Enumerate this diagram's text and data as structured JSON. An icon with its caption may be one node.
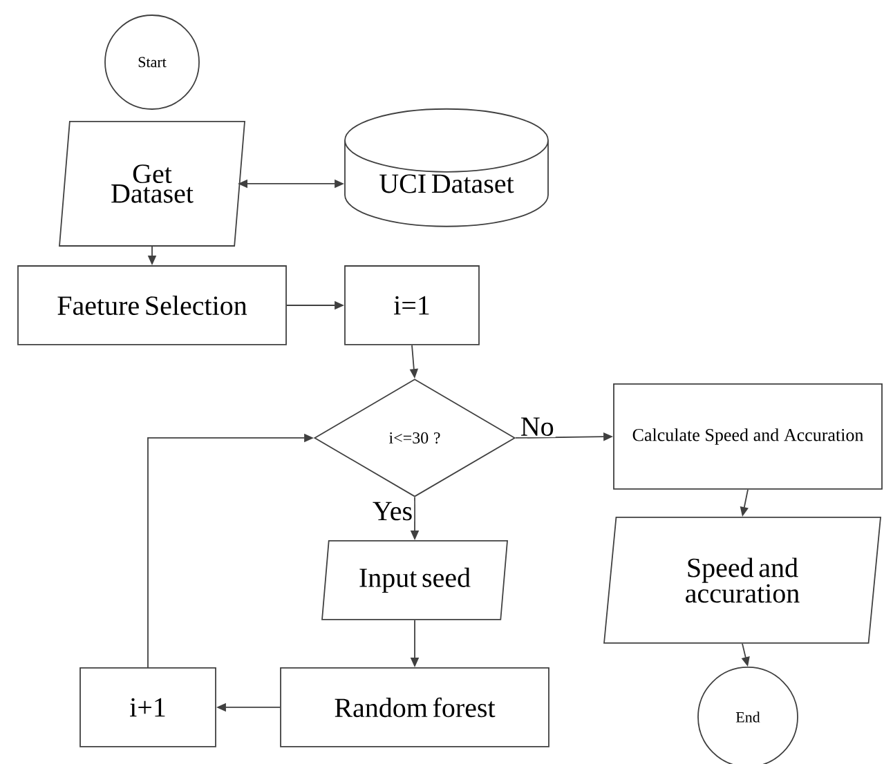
{
  "diagram": {
    "nodes": [
      {
        "text": [
          "Start"
        ]
      },
      {
        "text": [
          "Get Dataset"
        ]
      },
      {
        "text": [
          "UCI Dataset"
        ]
      },
      {
        "text": [
          "Faeture Selection"
        ]
      },
      {
        "text": [
          "i=1"
        ]
      },
      {
        "text": [
          "i<=30 ?"
        ]
      },
      {
        "text": [
          "Calculate Speed and Accuration"
        ]
      },
      {
        "text": [
          "Speed and accuration"
        ]
      },
      {
        "text": [
          "End"
        ]
      },
      {
        "text": [
          "Input seed"
        ]
      },
      {
        "text": [
          "Random forest"
        ]
      },
      {
        "text": [
          "i+1"
        ]
      }
    ],
    "edges": [
      {
        "from": 1,
        "to": 2,
        "arrow": "both"
      },
      {
        "from": 1,
        "to": 3,
        "arrow": "to"
      },
      {
        "from": 3,
        "to": 4,
        "arrow": "to"
      },
      {
        "from": 4,
        "to": 5,
        "arrow": "to"
      },
      {
        "from": 5,
        "to": 6,
        "arrow": "to",
        "label": "No"
      },
      {
        "from": 6,
        "to": 7,
        "arrow": "to"
      },
      {
        "from": 7,
        "to": 8,
        "arrow": "to"
      },
      {
        "from": 5,
        "to": 9,
        "arrow": "to",
        "label": "Yes"
      },
      {
        "from": 9,
        "to": 10,
        "arrow": "to"
      },
      {
        "from": 10,
        "to": 11,
        "arrow": "to"
      },
      {
        "from": 11,
        "to": 5,
        "arrow": "to"
      }
    ]
  }
}
